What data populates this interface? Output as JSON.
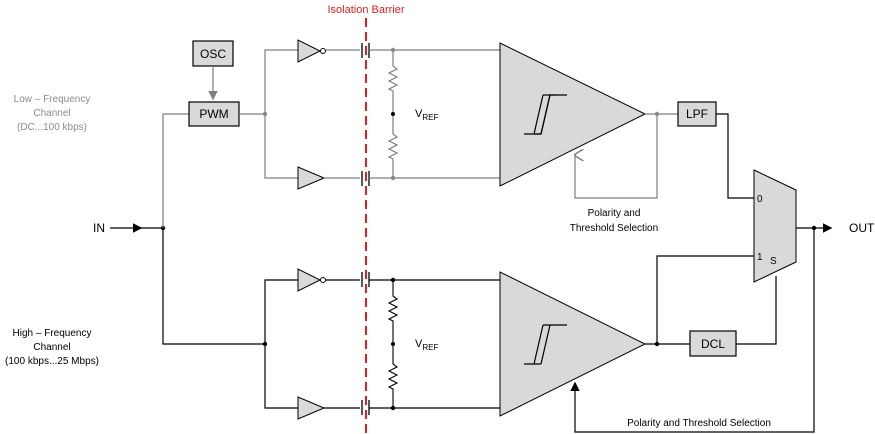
{
  "isolation_barrier": "Isolation Barrier",
  "low_channel": {
    "line1": "Low – Frequency",
    "line2": "Channel",
    "line3": "(DC...100 kbps)"
  },
  "high_channel": {
    "line1": "High – Frequency",
    "line2": "Channel",
    "line3": "(100 kbps...25 Mbps)"
  },
  "blocks": {
    "osc": "OSC",
    "pwm": "PWM",
    "lpf": "LPF",
    "dcl": "DCL"
  },
  "vref_top": {
    "main": "V",
    "sub": "REF"
  },
  "vref_bottom": {
    "main": "V",
    "sub": "REF"
  },
  "in_label": "IN",
  "out_label": "OUT",
  "mux": {
    "in0": "0",
    "in1": "1",
    "sel": "S"
  },
  "polarity_top": {
    "line1": "Polarity and",
    "line2": "Threshold Selection"
  },
  "polarity_bottom": "Polarity and Threshold Selection",
  "colors": {
    "barrier": "#e0201f",
    "block_fill": "#d9d9d9",
    "wire_gray": "#7f7f7f",
    "wire_dark": "#000000"
  }
}
